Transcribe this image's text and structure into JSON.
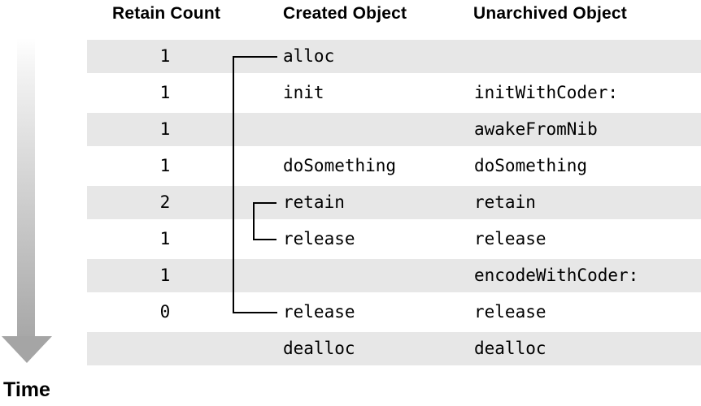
{
  "header": {
    "columns": [
      "Retain Count",
      "Created Object",
      "Unarchived Object"
    ]
  },
  "rows": [
    {
      "count": "1",
      "created": "alloc",
      "unarchived": ""
    },
    {
      "count": "1",
      "created": "init",
      "unarchived": "initWithCoder:"
    },
    {
      "count": "1",
      "created": "",
      "unarchived": "awakeFromNib"
    },
    {
      "count": "1",
      "created": "doSomething",
      "unarchived": "doSomething"
    },
    {
      "count": "2",
      "created": "retain",
      "unarchived": "retain"
    },
    {
      "count": "1",
      "created": "release",
      "unarchived": "release"
    },
    {
      "count": "1",
      "created": "",
      "unarchived": "encodeWithCoder:"
    },
    {
      "count": "0",
      "created": "release",
      "unarchived": "release"
    },
    {
      "count": "",
      "created": "dealloc",
      "unarchived": "dealloc"
    }
  ],
  "brackets": [
    {
      "name": "alloc-to-release",
      "from_row": 0,
      "to_row": 7
    },
    {
      "name": "retain-to-release",
      "from_row": 4,
      "to_row": 5
    }
  ],
  "time_axis": {
    "label": "Time"
  },
  "colors": {
    "row_stripe": "#e7e7e7",
    "bracket_line": "#000000",
    "arrow_gray": "#a5a5a5",
    "text": "#000000"
  }
}
